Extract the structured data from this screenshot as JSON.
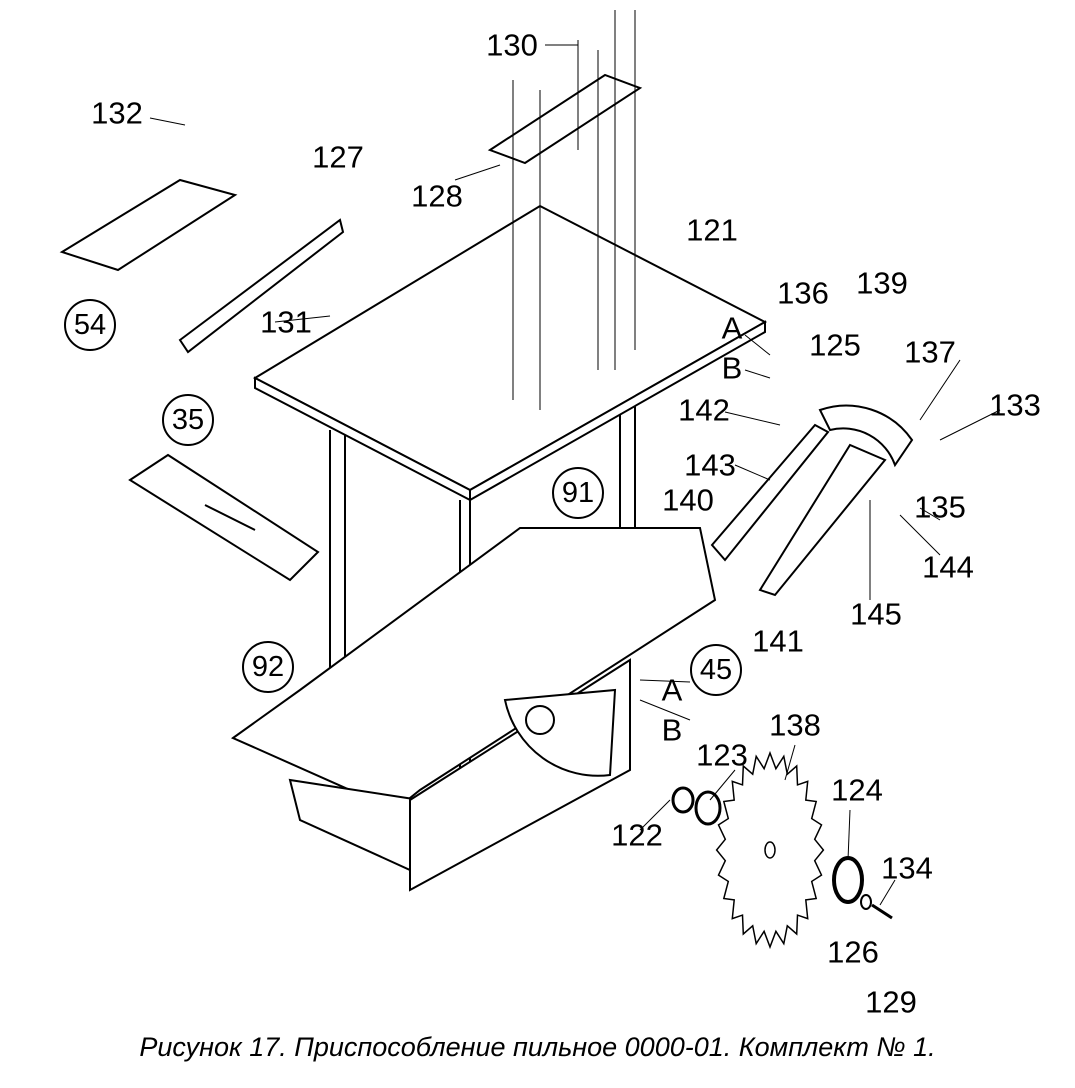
{
  "figure": {
    "caption": "Рисунок 17. Приспособление пильное 0000-01. Комплект № 1.",
    "part_labels": {
      "p130": "130",
      "p132": "132",
      "p127": "127",
      "p128": "128",
      "p121": "121",
      "p131": "131",
      "p136": "136",
      "p139": "139",
      "p125": "125",
      "p137": "137",
      "p133": "133",
      "p142": "142",
      "p143": "143",
      "p140": "140",
      "p135": "135",
      "p144": "144",
      "p145": "145",
      "p141": "141",
      "p138": "138",
      "p123": "123",
      "p124": "124",
      "p122": "122",
      "p134": "134",
      "p126": "126",
      "p129": "129"
    },
    "circled_labels": {
      "c54": "54",
      "c35": "35",
      "c91": "91",
      "c92": "92",
      "c45": "45"
    },
    "letter_marks": {
      "a_top": "A",
      "b_top": "B",
      "a_bottom": "A",
      "b_bottom": "B"
    }
  }
}
